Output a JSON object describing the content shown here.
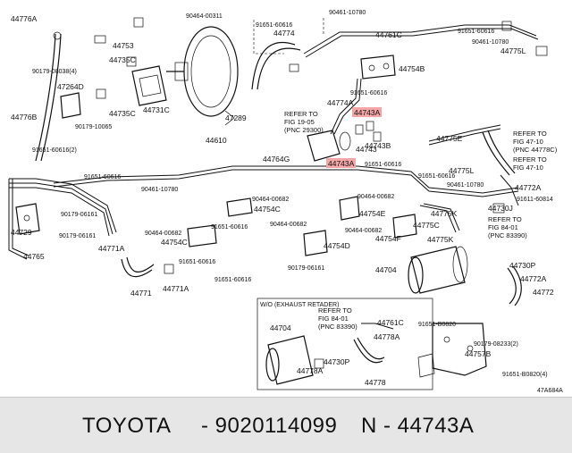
{
  "footer": {
    "brand": "TOYOTA",
    "part_number": "- 9020114099",
    "reference": "N - 44743A"
  },
  "highlight_color": "#f4a6a6",
  "diagram": {
    "code": "47A684A",
    "labels": [
      "44776A",
      "44776B",
      "44753",
      "90464-00311",
      "91651-60616",
      "90461-10780",
      "44774",
      "44761C",
      "91651-60616",
      "90461-10780",
      "44775L",
      "90179-08038(4)",
      "44735C",
      "44731C",
      "47264D",
      "90179-10065",
      "44735C",
      "44754B",
      "44774A",
      "91651-60616",
      "44743A",
      "47289",
      "44610",
      "44743",
      "44743B",
      "44743A",
      "91651-60616",
      "44775E",
      "44775L",
      "91651-60616(2)",
      "44764G",
      "91651-60616",
      "90461-10780",
      "44772A",
      "91651-60616",
      "90461-10780",
      "91611-60814",
      "44730J",
      "90464-00682",
      "44754C",
      "90464-00682",
      "44754E",
      "44775C",
      "90179-06161",
      "44729",
      "90179-06161",
      "90464-00682",
      "44754C",
      "91651-60616",
      "90464-00682",
      "44754D",
      "44754F",
      "90464-00682",
      "44775K",
      "44775K",
      "44771A",
      "44765",
      "91651-60616",
      "91651-60616",
      "44730P",
      "44704",
      "44772A",
      "44771A",
      "90179-06161",
      "44771",
      "44772",
      "44761C",
      "91651-B0820",
      "44778A",
      "44704",
      "90179-08233(2)",
      "44757B",
      "44730P",
      "44778A",
      "91651-B0820(4)",
      "44778"
    ],
    "refs": [
      [
        "REFER TO",
        "FIG 19-05",
        "(PNC 29300)"
      ],
      [
        "REFER TO",
        "FIG 47-10",
        "(PNC 44778C)"
      ],
      [
        "REFER TO",
        "FIG 47-10"
      ],
      [
        "REFER TO",
        "FIG 84-01",
        "(PNC 83390)"
      ],
      [
        "REFER TO",
        "FIG 84-01",
        "(PNC 83390)"
      ]
    ],
    "inset_title": "W/O (EXHAUST RETADER)"
  }
}
